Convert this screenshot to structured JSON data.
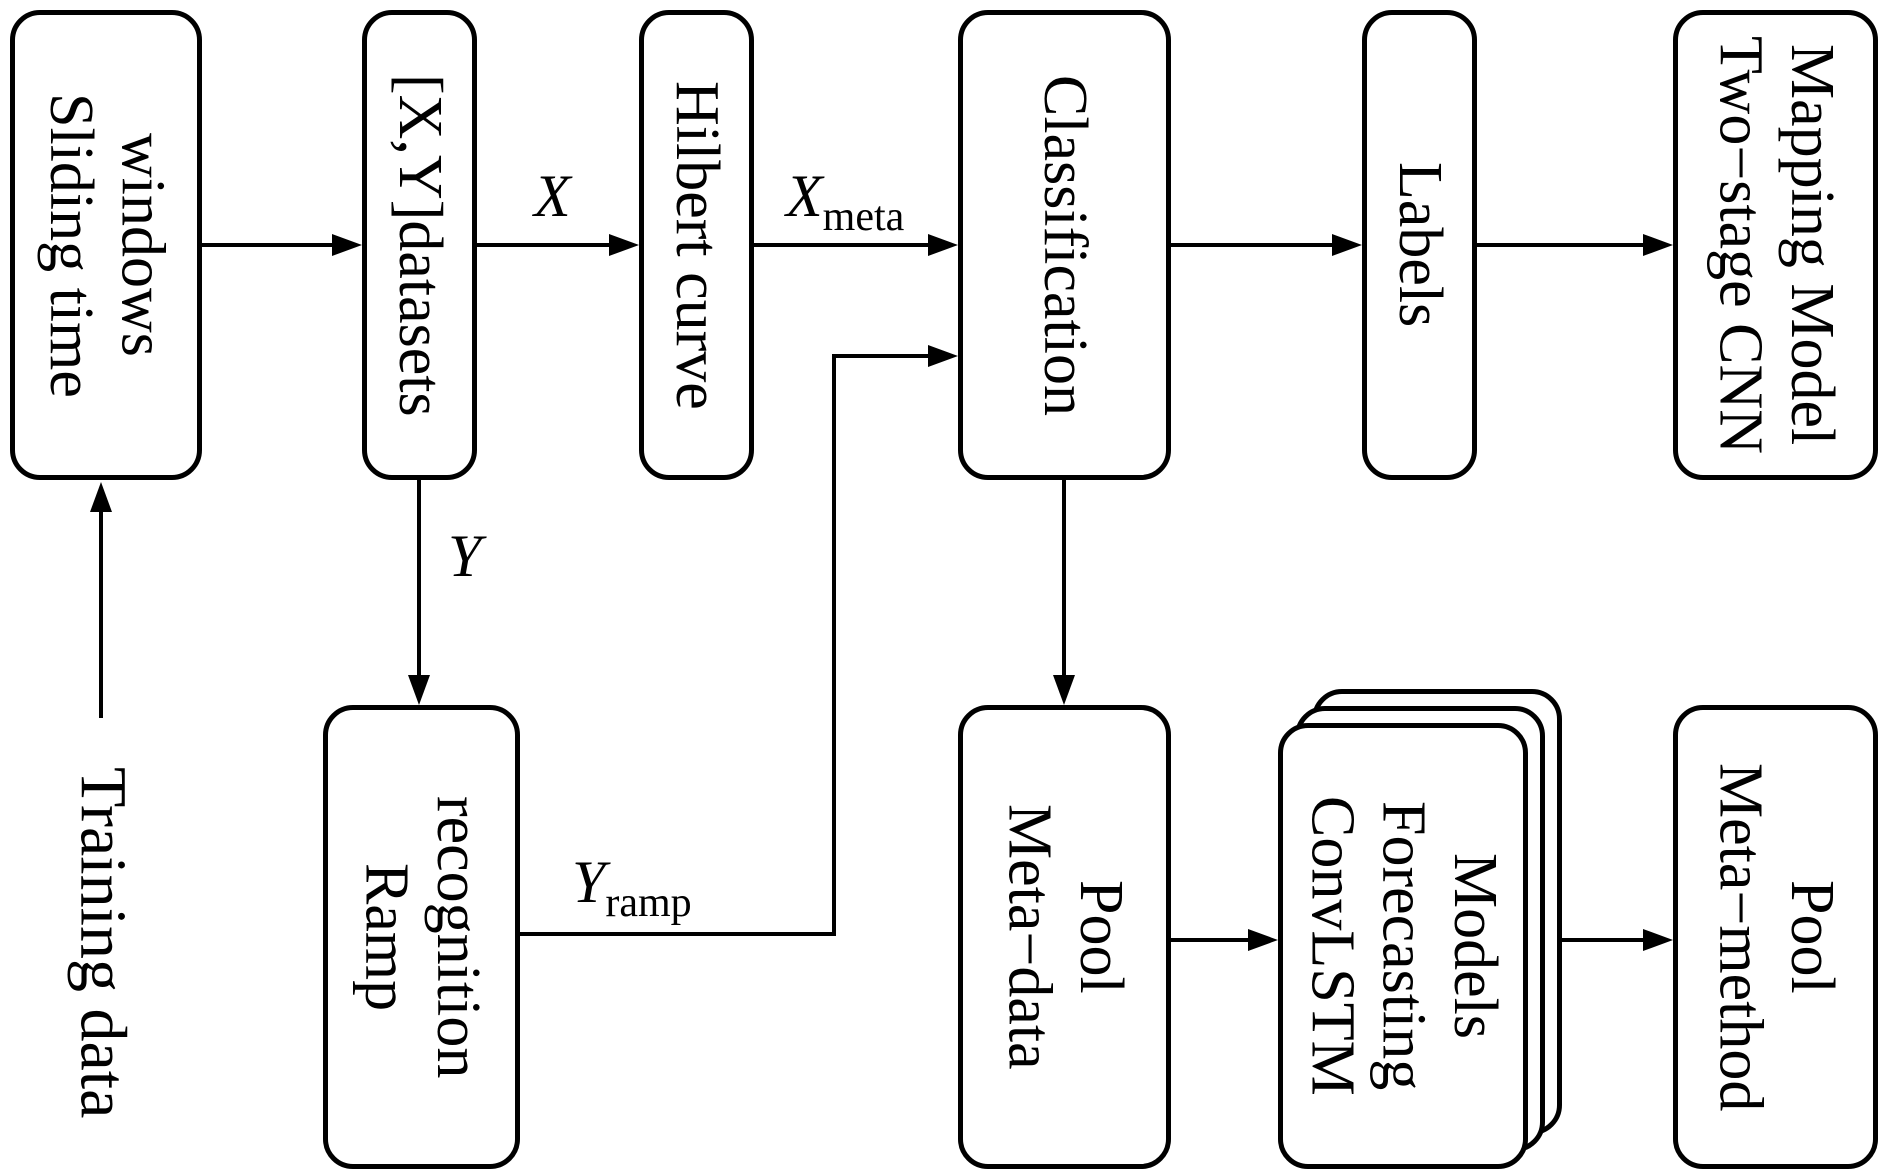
{
  "figure": {
    "background": "#ffffff",
    "line_color": "#000000",
    "box_fill": "#ffffff"
  },
  "boxes": {
    "sliding": {
      "label": "Sliding time\nwindows"
    },
    "datasets": {
      "label": "[X,Y]datasets"
    },
    "hilbert": {
      "label": "Hilbert curve"
    },
    "classification": {
      "label": "Classification"
    },
    "labels": {
      "label": "Labels"
    },
    "cnn": {
      "label": "Two−stage CNN\nMapping Model"
    },
    "ramp": {
      "label": "Ramp\nrecognition"
    },
    "metadata": {
      "label": "Meta−data\nPool"
    },
    "convlstm": {
      "label": "ConvLSTM\nForecasting\nModels"
    },
    "metamethod": {
      "label": "Meta−method\nPool"
    }
  },
  "edge_labels": {
    "training": "Training data",
    "x": "X",
    "x_meta_base": "X",
    "x_meta_sub": "meta",
    "y": "Y",
    "y_ramp_base": "Y",
    "y_ramp_sub": "ramp"
  }
}
